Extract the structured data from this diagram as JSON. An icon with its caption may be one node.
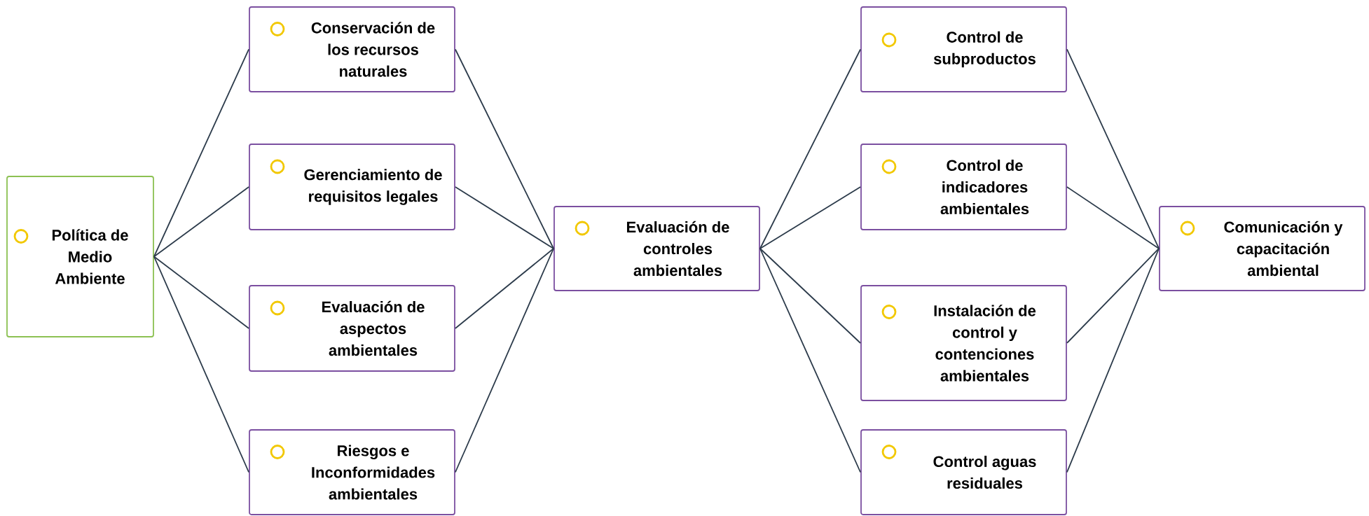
{
  "diagram": {
    "nodes": [
      {
        "text": [
          "Política de Medio Ambiente"
        ]
      },
      {
        "text": [
          "Conservación de los recursos naturales"
        ]
      },
      {
        "text": [
          "Gerenciamiento de requisitos legales"
        ]
      },
      {
        "text": [
          "Evaluación de aspectos ambientales"
        ]
      },
      {
        "text": [
          "Riesgos e Inconformidades ambientales"
        ]
      },
      {
        "text": [
          "Evaluación de controles ambientales"
        ]
      },
      {
        "text": [
          "Control de subproductos"
        ]
      },
      {
        "text": [
          "Control de indicadores ambientales"
        ]
      },
      {
        "text": [
          "Instalación de control y contenciones ambientales"
        ]
      },
      {
        "text": [
          "Control aguas residuales"
        ]
      },
      {
        "text": [
          "Comunicación y capacitación ambiental"
        ]
      }
    ],
    "edges": [
      {
        "from": 0,
        "to": 1,
        "arrow": "none"
      },
      {
        "from": 0,
        "to": 2,
        "arrow": "none"
      },
      {
        "from": 0,
        "to": 3,
        "arrow": "none"
      },
      {
        "from": 0,
        "to": 4,
        "arrow": "none"
      },
      {
        "from": 1,
        "to": 5,
        "arrow": "none"
      },
      {
        "from": 2,
        "to": 5,
        "arrow": "none"
      },
      {
        "from": 3,
        "to": 5,
        "arrow": "none"
      },
      {
        "from": 4,
        "to": 5,
        "arrow": "none"
      },
      {
        "from": 5,
        "to": 6,
        "arrow": "none"
      },
      {
        "from": 5,
        "to": 7,
        "arrow": "none"
      },
      {
        "from": 5,
        "to": 8,
        "arrow": "none"
      },
      {
        "from": 5,
        "to": 9,
        "arrow": "none"
      },
      {
        "from": 6,
        "to": 10,
        "arrow": "none"
      },
      {
        "from": 7,
        "to": 10,
        "arrow": "none"
      },
      {
        "from": 8,
        "to": 10,
        "arrow": "none"
      },
      {
        "from": 9,
        "to": 10,
        "arrow": "none"
      }
    ]
  }
}
